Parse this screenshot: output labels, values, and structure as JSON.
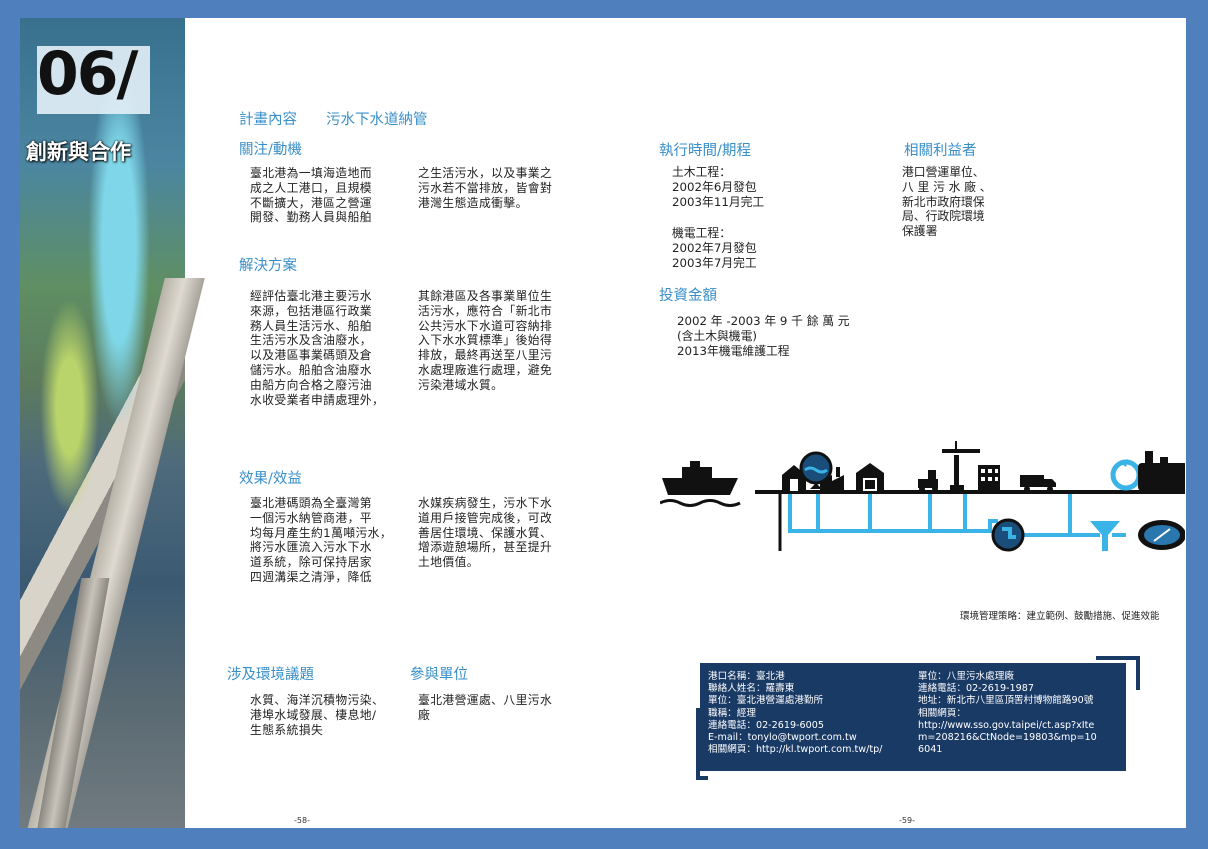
{
  "left_page": {
    "chapter_number": "06/",
    "chapter_title": "創新與合作",
    "project_label": "計畫內容",
    "project_name": "污水下水道納管",
    "sections": {
      "concern": {
        "heading": "關注/動機",
        "col1": [
          "臺北港為一填海造地而",
          "成之人工港口，且規模",
          "不斷擴大，港區之營運",
          "開發、勤務人員與船舶"
        ],
        "col2": [
          "之生活污水，以及事業之",
          "污水若不當排放，皆會對",
          "港灣生態造成衝擊。"
        ]
      },
      "solution": {
        "heading": "解決方案",
        "col1": [
          "經評估臺北港主要污水",
          "來源，包括港區行政業",
          "務人員生活污水、船舶",
          "生活污水及含油廢水，",
          "以及港區事業碼頭及倉",
          "儲污水。船舶含油廢水",
          "由船方向合格之廢污油",
          "水收受業者申請處理外，"
        ],
        "col2": [
          "其餘港區及各事業單位生",
          "活污水，應符合「新北市",
          "公共污水下水道可容納排",
          "入下水水質標準」後始得",
          "排放，最終再送至八里污",
          "水處理廠進行處理，避免",
          "污染港域水質。"
        ]
      },
      "effect": {
        "heading": "效果/效益",
        "col1": [
          "臺北港碼頭為全臺灣第",
          "一個污水納管商港，平",
          "均每月產生約1萬噸污水，",
          "將污水匯流入污水下水",
          "道系統，除可保持居家",
          "四週溝渠之清淨，降低"
        ],
        "col2": [
          "水媒疾病發生，污水下水",
          "道用戶接管完成後，可改",
          "善居住環境、保護水質、",
          "增添遊憩場所，甚至提升",
          "土地價值。"
        ]
      },
      "issues": {
        "heading": "涉及環境議題",
        "lines": [
          "水質、海洋沉積物污染、",
          "港埠水域發展、棲息地/",
          "生態系統損失"
        ]
      },
      "participants": {
        "heading": "參與單位",
        "lines": [
          "臺北港營運處、八里污水",
          "廠"
        ]
      }
    },
    "page_number": "-58-"
  },
  "right_page": {
    "schedule": {
      "heading": "執行時間/期程",
      "civil": [
        "土木工程：",
        "2002年6月發包",
        "2003年11月完工"
      ],
      "electromechanical": [
        "機電工程：",
        "2002年7月發包",
        "2003年7月完工"
      ]
    },
    "stakeholders": {
      "heading": "相關利益者",
      "lines": [
        "港口營運單位、",
        "八 里 污 水 廠 、",
        "新北市政府環保",
        "局、行政院環境",
        "保護署"
      ]
    },
    "investment": {
      "heading": "投資金額",
      "lines": [
        "2002 年 -2003 年 9 千 餘 萬 元",
        "(含土木與機電)",
        "2013年機電維護工程"
      ]
    },
    "diagram_icons": [
      "ship-icon",
      "house-icon",
      "sewage-tank-icon",
      "factory-icon",
      "warehouse-icon",
      "forklift-icon",
      "crane-icon",
      "building-icon",
      "truck-icon",
      "valve-icon",
      "funnel-icon",
      "recycle-icon",
      "treatment-plant-icon",
      "outlet-icon"
    ],
    "colors": {
      "accent": "#3a8fc9",
      "pipe": "#3ab4e6",
      "contact_bg": "#1a3a66",
      "page_bg": "#4f7fbd"
    },
    "caption": "環境管理策略：建立範例、鼓勵措施、促進效能",
    "contact": {
      "left": [
        "港口名稱：臺北港",
        "聯絡人姓名：羅壽東",
        "單位：臺北港營運處港勤所",
        "職稱：經理",
        "連絡電話：02-2619-6005",
        "E-mail：tonylo@twport.com.tw",
        "相關網頁：http://kl.twport.com.tw/tp/"
      ],
      "right": [
        "單位：八里污水處理廠",
        "連絡電話：02-2619-1987",
        "地址：新北市八里區頂罟村博物館路90號",
        "相關網頁：",
        "http://www.sso.gov.taipei/ct.asp?xIte",
        "m=208216&CtNode=19803&mp=10",
        "6041"
      ]
    },
    "page_number": "-59-"
  }
}
